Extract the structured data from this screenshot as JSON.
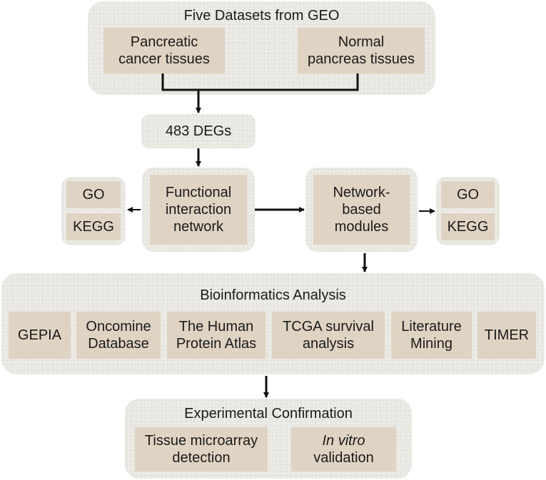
{
  "geo": {
    "title": "Five Datasets from GEO",
    "cancer": "Pancreatic\ncancer tissues",
    "normal": "Normal\npancreas tissues"
  },
  "degs": "483 DEGs",
  "left_enrich": {
    "go": "GO",
    "kegg": "KEGG"
  },
  "functional": "Functional\ninteraction\nnetwork",
  "modules": "Network-\nbased\nmodules",
  "right_enrich": {
    "go": "GO",
    "kegg": "KEGG"
  },
  "bio": {
    "title": "Bioinformatics Analysis",
    "items": [
      "GEPIA",
      "Oncomine\nDatabase",
      "The Human\nProtein Atlas",
      "TCGA survival\nanalysis",
      "Literature\nMining",
      "TIMER"
    ]
  },
  "exp": {
    "title": "Experimental Confirmation",
    "tissue": "Tissue microarray\ndetection",
    "invitro_italic": "In vitro",
    "invitro_rest": "validation"
  }
}
